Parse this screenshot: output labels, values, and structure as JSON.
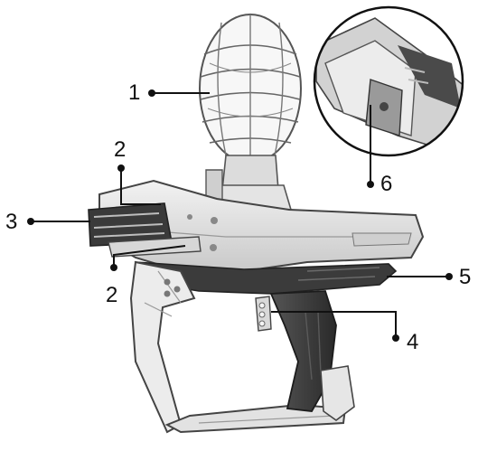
{
  "callouts": {
    "label_1": "1",
    "label_2_top": "2",
    "label_2_bottom": "2",
    "label_3": "3",
    "label_4": "4",
    "label_5": "5",
    "label_6": "6"
  },
  "colors": {
    "body_light": "#e6e6e6",
    "body_mid": "#bdbdbd",
    "body_dark": "#3b3b3b",
    "outline": "#444444",
    "leader": "#111111"
  }
}
